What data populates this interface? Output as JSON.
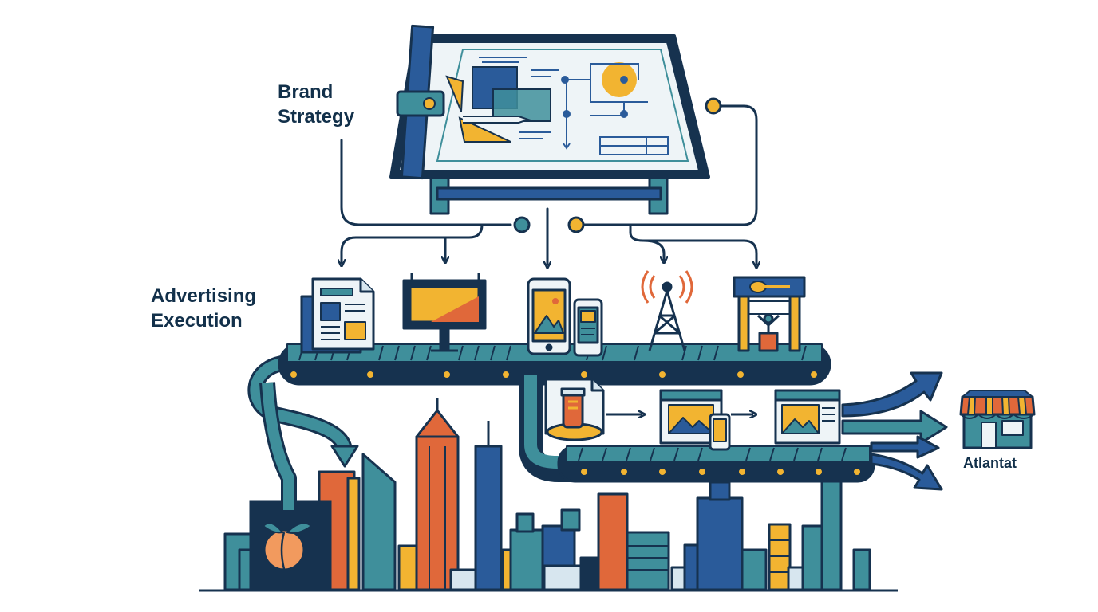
{
  "labels": {
    "brand_strategy": [
      "Brand",
      "Strategy"
    ],
    "advertising_execution": [
      "Advertising",
      "Execution"
    ],
    "city": "Atlantat"
  },
  "icons": [
    "drafting-table-icon",
    "blueprint-icon",
    "newspaper-icon",
    "billboard-icon",
    "smartphone-icon",
    "radio-tower-icon",
    "event-stage-icon",
    "conveyor-belt-icon",
    "product-jar-icon",
    "web-ad-icon",
    "storefront-icon",
    "peach-icon",
    "city-skyline-icon"
  ],
  "colors": {
    "navy": "#16324f",
    "teal": "#3f8f9b",
    "blue": "#2a5b9a",
    "orange": "#e0683a",
    "yellow": "#f2b431",
    "peach": "#f29a5e",
    "paper": "#eef4f7",
    "light_blue": "#d7e6ef"
  }
}
